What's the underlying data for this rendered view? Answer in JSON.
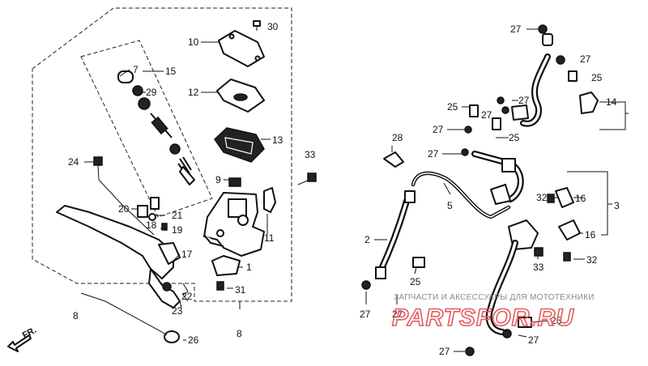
{
  "callouts": [
    {
      "id": "c30",
      "text": "30"
    },
    {
      "id": "c10",
      "text": "10"
    },
    {
      "id": "c7",
      "text": "7"
    },
    {
      "id": "c15",
      "text": "15"
    },
    {
      "id": "c29",
      "text": "29"
    },
    {
      "id": "c12",
      "text": "12"
    },
    {
      "id": "c13",
      "text": "13"
    },
    {
      "id": "c9",
      "text": "9"
    },
    {
      "id": "c33a",
      "text": "33"
    },
    {
      "id": "c24",
      "text": "24"
    },
    {
      "id": "c20",
      "text": "20"
    },
    {
      "id": "c21",
      "text": "21"
    },
    {
      "id": "c18",
      "text": "18"
    },
    {
      "id": "c19",
      "text": "19"
    },
    {
      "id": "c11",
      "text": "11"
    },
    {
      "id": "c17",
      "text": "17"
    },
    {
      "id": "c1",
      "text": "1"
    },
    {
      "id": "c31",
      "text": "31"
    },
    {
      "id": "c22",
      "text": "22"
    },
    {
      "id": "c23",
      "text": "23"
    },
    {
      "id": "c8a",
      "text": "8"
    },
    {
      "id": "c8b",
      "text": "8"
    },
    {
      "id": "c26",
      "text": "26"
    },
    {
      "id": "c27a",
      "text": "27"
    },
    {
      "id": "c27b",
      "text": "27"
    },
    {
      "id": "c25a",
      "text": "25"
    },
    {
      "id": "c14",
      "text": "14"
    },
    {
      "id": "c25b",
      "text": "25"
    },
    {
      "id": "c27c",
      "text": "27"
    },
    {
      "id": "c27d",
      "text": "27"
    },
    {
      "id": "c27e",
      "text": "27"
    },
    {
      "id": "c25c",
      "text": "25"
    },
    {
      "id": "c28",
      "text": "28"
    },
    {
      "id": "c27f",
      "text": "27"
    },
    {
      "id": "c32a",
      "text": "32"
    },
    {
      "id": "c16a",
      "text": "16"
    },
    {
      "id": "c3",
      "text": "3"
    },
    {
      "id": "c5",
      "text": "5"
    },
    {
      "id": "c16b",
      "text": "16"
    },
    {
      "id": "c2",
      "text": "2"
    },
    {
      "id": "c25d",
      "text": "25"
    },
    {
      "id": "c33b",
      "text": "33"
    },
    {
      "id": "c32b",
      "text": "32"
    },
    {
      "id": "c27g",
      "text": "27"
    },
    {
      "id": "c27h",
      "text": "27"
    },
    {
      "id": "c25e",
      "text": "25"
    },
    {
      "id": "c27i",
      "text": "27"
    },
    {
      "id": "c27j",
      "text": "27"
    }
  ],
  "direction_label": "FR.",
  "watermark": {
    "line1": "ЗАПЧАСТИ И АКСЕССУАРЫ ДЛЯ МОТОТЕХНИКИ",
    "line2": "PARTSFOR.RU"
  }
}
